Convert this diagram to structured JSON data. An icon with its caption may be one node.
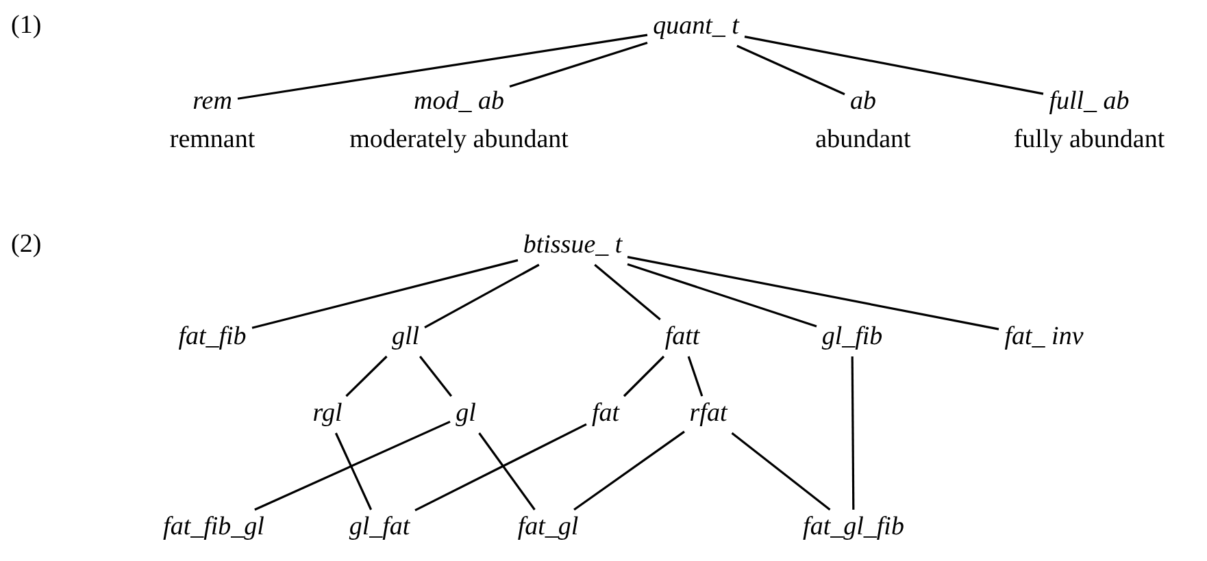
{
  "diagram": {
    "nodes": [
      {
        "text": [
          "quant_ t"
        ]
      },
      {
        "text": [
          "rem"
        ],
        "beside": [
          "remnant"
        ]
      },
      {
        "text": [
          "mod_ ab"
        ],
        "beside": [
          "moderately abundant"
        ]
      },
      {
        "text": [
          "ab"
        ],
        "beside": [
          "abundant"
        ]
      },
      {
        "text": [
          "full_ ab"
        ],
        "beside": [
          "fully abundant"
        ]
      },
      {
        "text": [
          "btissue_ t"
        ]
      },
      {
        "text": [
          "fat_fib"
        ]
      },
      {
        "text": [
          "gll"
        ]
      },
      {
        "text": [
          "fatt"
        ]
      },
      {
        "text": [
          "gl_fib"
        ]
      },
      {
        "text": [
          "fat_ inv"
        ]
      },
      {
        "text": [
          "rgl"
        ]
      },
      {
        "text": [
          "gl"
        ]
      },
      {
        "text": [
          "fat"
        ]
      },
      {
        "text": [
          "rfat"
        ]
      },
      {
        "text": [
          "fat_fib_gl"
        ]
      },
      {
        "text": [
          "gl_fat"
        ]
      },
      {
        "text": [
          "fat_gl"
        ]
      },
      {
        "text": [
          "fat_gl_fib"
        ]
      }
    ],
    "edges": [
      {
        "from": 0,
        "to": 1,
        "arrow": "none"
      },
      {
        "from": 0,
        "to": 2,
        "arrow": "none"
      },
      {
        "from": 0,
        "to": 3,
        "arrow": "none"
      },
      {
        "from": 0,
        "to": 4,
        "arrow": "none"
      },
      {
        "from": 5,
        "to": 6,
        "arrow": "none"
      },
      {
        "from": 5,
        "to": 7,
        "arrow": "none"
      },
      {
        "from": 5,
        "to": 8,
        "arrow": "none"
      },
      {
        "from": 5,
        "to": 9,
        "arrow": "none"
      },
      {
        "from": 5,
        "to": 10,
        "arrow": "none"
      },
      {
        "from": 7,
        "to": 11,
        "arrow": "none"
      },
      {
        "from": 7,
        "to": 12,
        "arrow": "none"
      },
      {
        "from": 8,
        "to": 13,
        "arrow": "none"
      },
      {
        "from": 8,
        "to": 14,
        "arrow": "none"
      },
      {
        "from": 11,
        "to": 16,
        "arrow": "none"
      },
      {
        "from": 12,
        "to": 15,
        "arrow": "none"
      },
      {
        "from": 12,
        "to": 17,
        "arrow": "none"
      },
      {
        "from": 13,
        "to": 16,
        "arrow": "none"
      },
      {
        "from": 14,
        "to": 17,
        "arrow": "none"
      },
      {
        "from": 14,
        "to": 18,
        "arrow": "none"
      },
      {
        "from": 9,
        "to": 18,
        "arrow": "none"
      }
    ],
    "labels": [
      "(1)",
      "(2)"
    ]
  }
}
